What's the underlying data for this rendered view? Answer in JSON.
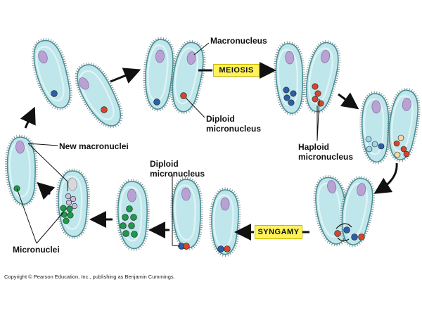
{
  "labels": {
    "macronucleus": "Macronucleus",
    "meiosis": "MEIOSIS",
    "diploid_micronucleus_top": "Diploid\nmicronucleus",
    "haploid_micronucleus": "Haploid\nmicronucleus",
    "new_macronuclei": "New macronuclei",
    "diploid_micronucleus_bottom": "Diploid\nmicronucleus",
    "syngamy": "SYNGAMY",
    "micronuclei": "Micronuclei"
  },
  "copyright": "Copyright © Pearson Education, Inc., publishing as Benjamin Cummings.",
  "colors": {
    "cell_fill": "#bfe6ea",
    "cell_stroke": "#4a8f96",
    "cilia": "#6b7f80",
    "macronucleus": "#b9a2d3",
    "blue_nucleus": "#2d5fa8",
    "red_nucleus": "#d9452a",
    "green_nucleus": "#1f9a4a",
    "light_blue_nucleus": "#9fd6ee",
    "peach_nucleus": "#f6d7a6",
    "label_box": "#fff35a"
  }
}
